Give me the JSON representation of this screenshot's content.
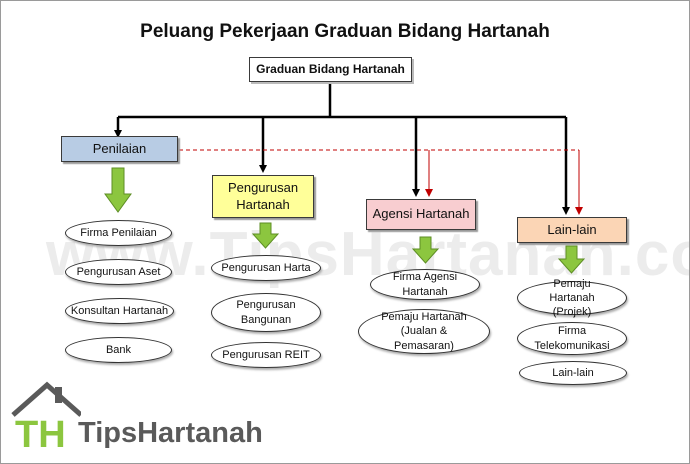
{
  "title": "Peluang Pekerjaan Graduan Bidang Hartanah",
  "root": "Graduan Bidang Hartanah",
  "categories": [
    {
      "label": "Penilaian",
      "color": "#b8cce4"
    },
    {
      "label": "Pengurusan Hartanah",
      "color": "#ffff99"
    },
    {
      "label": "Agensi Hartanah",
      "color": "#f8cdd0"
    },
    {
      "label": "Lain-lain",
      "color": "#fbd5b5"
    }
  ],
  "children": {
    "penilaian": [
      "Firma Penilaian",
      "Pengurusan Aset",
      "Konsultan Hartanah",
      "Bank"
    ],
    "pengurusan": [
      "Pengurusan Harta",
      "Pengurusan Bangunan",
      "Pengurusan REIT"
    ],
    "agensi": [
      "Firma Agensi Hartanah",
      "Pemaju Hartanah (Jualan & Pemasaran)"
    ],
    "lain": [
      "Pemaju Hartanah (Projek)",
      "Firma Telekomunikasi",
      "Lain-lain"
    ]
  },
  "watermark": "www.TipsHartanah.com",
  "logo": {
    "mark": "TH",
    "name": "TipsHartanah"
  },
  "colors": {
    "arrow_green": "#8cc63f",
    "dashed_red": "#c00000",
    "connector": "#000000"
  }
}
